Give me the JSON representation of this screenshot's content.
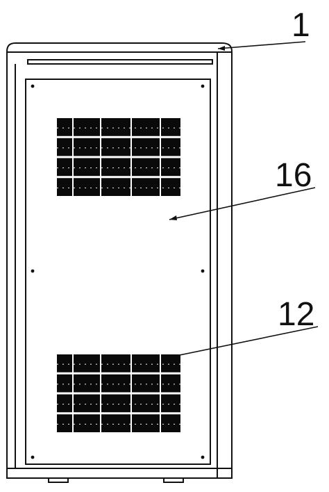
{
  "drawing": {
    "labels": {
      "cabinet": "1",
      "door_panel": "16",
      "vent_grille": "12"
    },
    "grilles": [
      {
        "name": "upper-vent-grille",
        "rows": 4,
        "cols": 5
      },
      {
        "name": "lower-vent-grille",
        "rows": 4,
        "cols": 5
      }
    ]
  }
}
